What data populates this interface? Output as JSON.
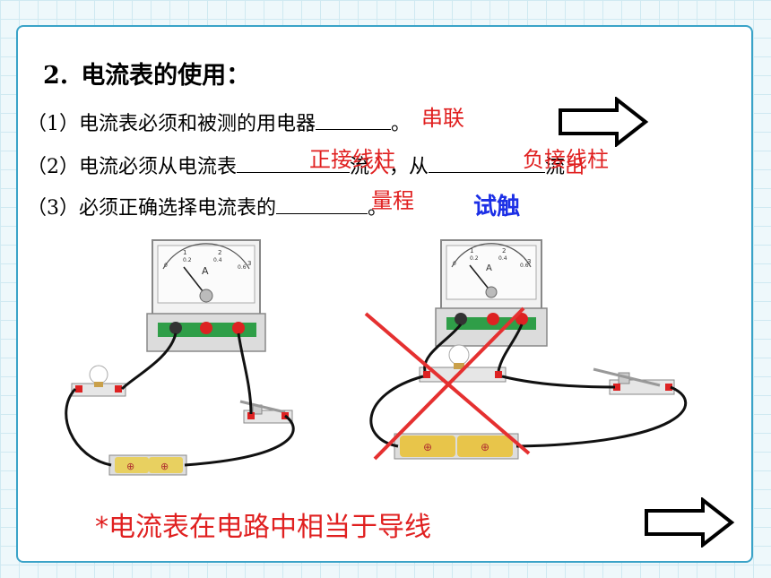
{
  "heading": {
    "number": "2.",
    "text": "电流表的使用："
  },
  "lines": [
    {
      "prefix": "（1）电流表必须和被测的用电器",
      "answer": "串联",
      "suffix": "。"
    },
    {
      "prefix": "（2）电流必须从电流表",
      "answer1": "正接线柱",
      "mid": "流",
      "mid_red": "入",
      "mid2": "，从",
      "answer2": "负接线柱",
      "end": "流",
      "end_red": "出"
    },
    {
      "prefix": "（3）必须正确选择电流表的",
      "answer": "量程",
      "suffix": "。"
    }
  ],
  "note_blue": "试触",
  "bottom_note": "*电流表在电路中相当于导线",
  "meter": {
    "unit": "A",
    "scale_top": [
      "1",
      "2",
      "3"
    ],
    "scale_bottom": [
      "0",
      "0.2",
      "0.4",
      "0.6"
    ]
  },
  "colors": {
    "answer_red": "#e02020",
    "note_blue": "#1c2fe6",
    "cross_red": "#e53030",
    "frame_blue": "#3aa3c8"
  },
  "icons": [
    "right-arrow-icon",
    "ammeter-icon",
    "bulb-icon",
    "switch-icon",
    "battery-icon",
    "wrong-cross-icon"
  ]
}
